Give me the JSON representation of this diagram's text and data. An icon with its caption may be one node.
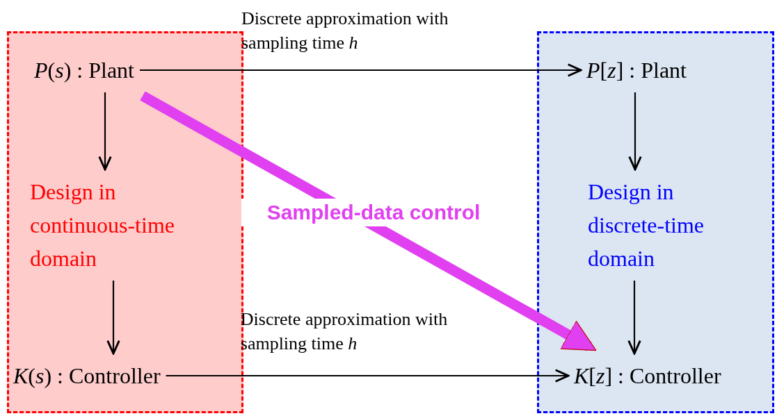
{
  "diagram": {
    "nodes": [
      {
        "text": [],
        "shape": "box"
      },
      {
        "text": [
          "*P*(*s*) : Plant"
        ],
        "in": 0
      },
      {
        "text": [
          "Design in continuous-time domain"
        ],
        "in": 0
      },
      {
        "text": [
          "*K*(*s*) : Controller"
        ],
        "in": 0
      },
      {
        "text": [],
        "shape": "box"
      },
      {
        "text": [
          "*P*[*z*] : Plant"
        ],
        "in": 4
      },
      {
        "text": [
          "Design in discrete-time domain"
        ],
        "in": 4
      },
      {
        "text": [
          "*K*[*z*] : Controller"
        ],
        "in": 4
      }
    ],
    "edges": [
      {
        "from": 1,
        "to": 5,
        "arrow": "to",
        "label": "Discrete approximation with sampling time *h*"
      },
      {
        "from": 1,
        "to": 2,
        "arrow": "to"
      },
      {
        "from": 2,
        "to": 3,
        "arrow": "to"
      },
      {
        "from": 5,
        "to": 6,
        "arrow": "to"
      },
      {
        "from": 6,
        "to": 7,
        "arrow": "to"
      },
      {
        "from": 3,
        "to": 7,
        "arrow": "to",
        "label": "Discrete approximation with sampling time *h*"
      },
      {
        "from": 1,
        "to": 7,
        "arrow": "to",
        "label": "Sampled-data control",
        "style": "thick",
        "color": "#e040f0"
      }
    ]
  }
}
